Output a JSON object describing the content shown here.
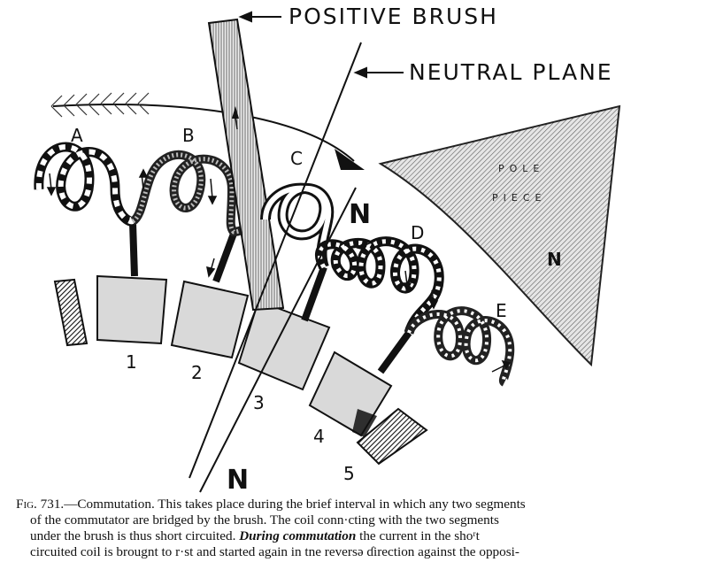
{
  "labels": {
    "positive_brush": "POSITIVE BRUSH",
    "neutral_plane": "NEUTRAL PLANE",
    "pole_piece_1": "POLE",
    "pole_piece_2": "PIECE",
    "pole_piece_n": "N",
    "coil_a": "A",
    "coil_b": "B",
    "coil_c": "C",
    "coil_d": "D",
    "coil_e": "E",
    "n_upper": "N",
    "n_lower": "N",
    "segments": [
      "1",
      "2",
      "3",
      "4",
      "5"
    ]
  },
  "caption": {
    "fig_no": "Fig. 731.",
    "line1": "—Commutation. This takes place during the brief int​erval in which any two segments",
    "line2": "of the commutator are bridged by the brush.  The coil conn·cting with the two segments",
    "line3_a": "under the brush is thus short circuited.",
    "line3_em": "During commutation",
    "line3_b": "the current in the shoʳt",
    "line4": "circuited coil is brougnt to r·st and started again in tne reversə ɗirection against the opposi-"
  }
}
